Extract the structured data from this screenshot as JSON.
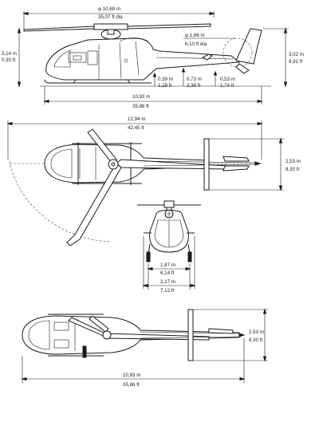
{
  "side_view": {
    "rotor_dia_m": "φ 10,69 m",
    "rotor_dia_ft": "35,07 ft dia",
    "tail_rotor_dia_m": "φ 1,86 m",
    "tail_rotor_dia_ft": "6,10 ft dia",
    "height_left_m": "3,14 m",
    "height_left_ft": "0,30 ft",
    "height_right_m": "3,02 m",
    "height_right_ft": "9,91 ft",
    "clear1_m": "0,39 m",
    "clear1_ft": "1,28 ft",
    "clear2_m": "0,73 m",
    "clear2_ft": "2,39 ft",
    "clear3_m": "0,53 m",
    "clear3_ft": "1,74 ft",
    "length_m": "10,93 m",
    "length_ft": "35,86 ft"
  },
  "top_view": {
    "overall_m": "12,94 m",
    "overall_ft": "42,45 ft",
    "tail_width_m": "2,53 m",
    "tail_width_ft": "8,30 ft"
  },
  "front_view": {
    "skid_width_m": "1,87 m",
    "skid_width_ft": "6,14 ft",
    "overall_width_m": "2,17 m",
    "overall_width_ft": "7,12 ft"
  },
  "bottom_view": {
    "tail_width_m": "2,53 m",
    "tail_width_ft": "8,30 ft",
    "length_m": "10,93 m",
    "length_ft": "35,86 ft"
  }
}
